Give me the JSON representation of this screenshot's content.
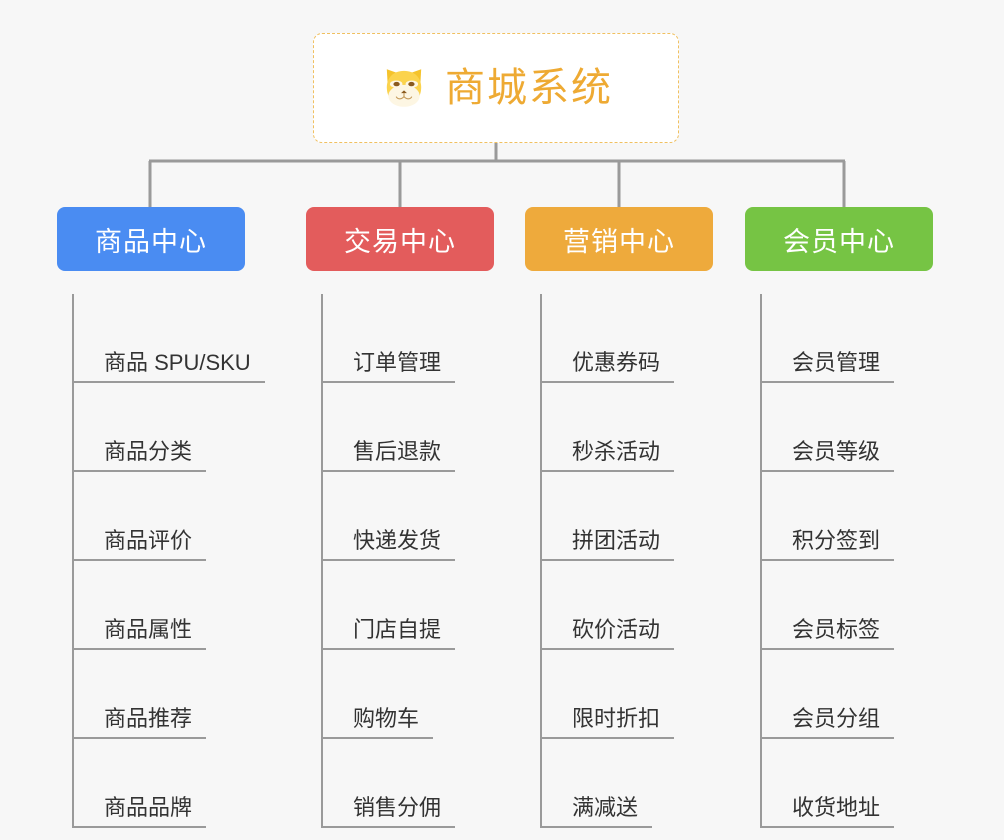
{
  "diagram": {
    "title": "商城系统",
    "background_color": "#f7f7f7",
    "root": {
      "label": "商城系统",
      "icon": "shiba-dog-face-icon",
      "text_color": "#eeaa33",
      "border_color": "#f0c060",
      "background_color": "#ffffff"
    },
    "connector_color": "#9a9a9a",
    "columns": [
      {
        "id": "product-center",
        "header": "商品中心",
        "color": "#4a8cf2",
        "items": [
          "商品 SPU/SKU",
          "商品分类",
          "商品评价",
          "商品属性",
          "商品推荐",
          "商品品牌"
        ]
      },
      {
        "id": "trade-center",
        "header": "交易中心",
        "color": "#e35c5c",
        "items": [
          "订单管理",
          "售后退款",
          "快递发货",
          "门店自提",
          "购物车",
          "销售分佣"
        ]
      },
      {
        "id": "marketing-center",
        "header": "营销中心",
        "color": "#eeaa3c",
        "items": [
          "优惠券码",
          "秒杀活动",
          "拼团活动",
          "砍价活动",
          "限时折扣",
          "满减送"
        ]
      },
      {
        "id": "member-center",
        "header": "会员中心",
        "color": "#76c444",
        "items": [
          "会员管理",
          "会员等级",
          "积分签到",
          "会员标签",
          "会员分组",
          "收货地址"
        ]
      }
    ]
  }
}
